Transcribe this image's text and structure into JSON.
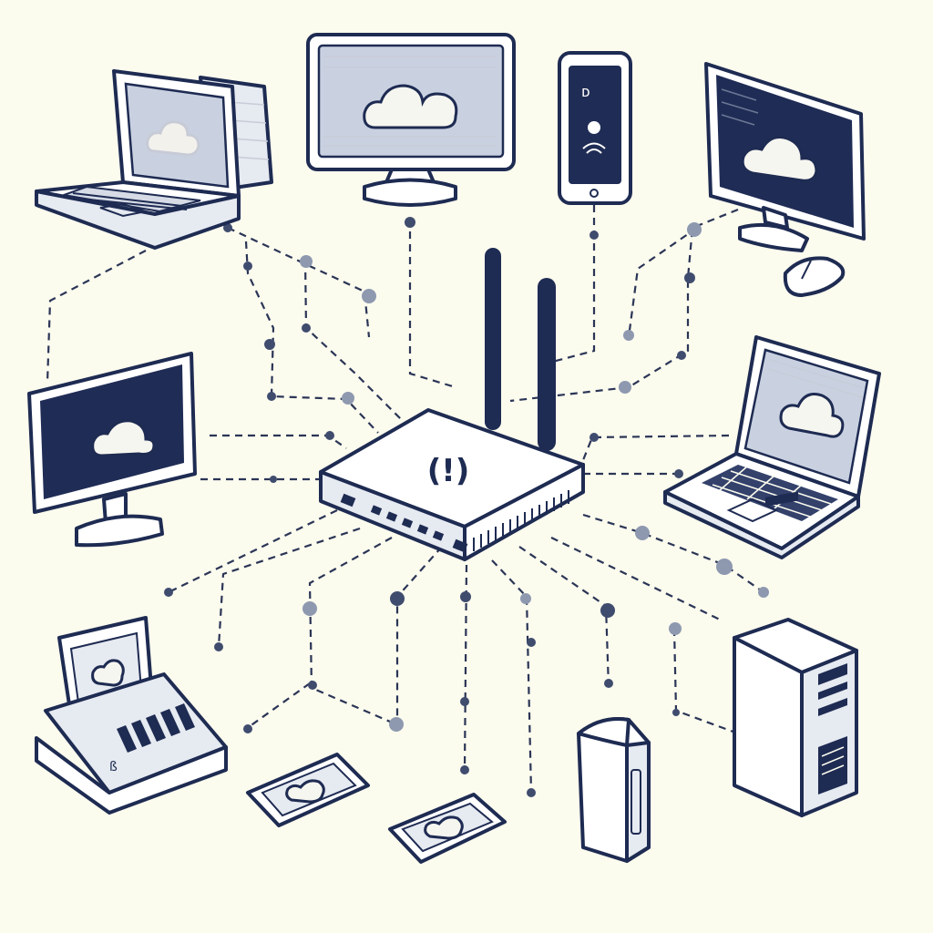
{
  "diagram": {
    "hub": {
      "kind": "wifi-router",
      "symbol": "(!)"
    },
    "devices": [
      {
        "id": "laptop-top-left",
        "icon": "laptop-icon"
      },
      {
        "id": "monitor-top-center",
        "icon": "monitor-icon"
      },
      {
        "id": "smartphone-top",
        "icon": "smartphone-icon"
      },
      {
        "id": "monitor-top-right",
        "icon": "monitor-icon"
      },
      {
        "id": "mouse-right",
        "icon": "mouse-icon"
      },
      {
        "id": "monitor-left",
        "icon": "monitor-icon"
      },
      {
        "id": "laptop-right",
        "icon": "laptop-icon"
      },
      {
        "id": "fax-printer",
        "icon": "printer-icon"
      },
      {
        "id": "tablet-left",
        "icon": "tablet-icon"
      },
      {
        "id": "tablet-center",
        "icon": "tablet-icon"
      },
      {
        "id": "storage-device",
        "icon": "storage-icon"
      },
      {
        "id": "server-tower",
        "icon": "server-icon"
      }
    ],
    "colors": {
      "ink": "#1e2b52",
      "background": "#fbfbee",
      "screen": "#1f2c55"
    }
  }
}
